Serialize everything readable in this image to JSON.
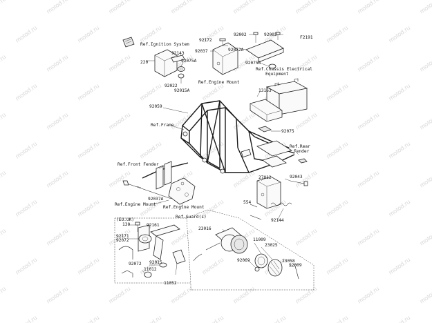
{
  "figure_code": "F2191",
  "watermark_text": "motod.ru",
  "part_numbers": {
    "p220": "220",
    "p92143": "92143",
    "p92075A": "92075A",
    "p92022": "92022",
    "p92015A": "92015A",
    "p92172": "92172",
    "p92037": "92037",
    "p92072A": "92072A",
    "p92002_a": "92002",
    "p92002_b": "92002",
    "p92075B": "92075B",
    "p13163": "13163",
    "p92059": "92059",
    "p92075": "92075",
    "p92037A": "92037A",
    "p27012": "27012",
    "p92043": "92043",
    "p554": "554",
    "p92144": "92144",
    "p130": "130",
    "p92161": "92161",
    "p92171": "92171",
    "p92072_a": "92072",
    "p92072_b": "92072",
    "p92015": "92015",
    "p11012": "11012",
    "p11052": "11052",
    "p23016": "23016",
    "p11009": "11009",
    "p23025": "23025",
    "p92069": "92069",
    "p23058": "23058",
    "p92009": "92009"
  },
  "references": {
    "ignition": "Ref.Ignition System",
    "engine_mount_top": "Ref.Engine Mount",
    "chassis_elec_1": "Ref.Chassis Electrical",
    "chassis_elec_2": "Equipment",
    "frame": "Ref.Frame",
    "rear_fender_1": "Ref.Rear",
    "rear_fender_2": "Fender",
    "front_fender": "Ref.Front Fender",
    "engine_mount_left": "Ref.Engine Mount",
    "engine_mount_bottom": "Ref.Engine Mount",
    "guard": "Ref.Guard(s)",
    "eu_uk": "(EU.UK)"
  }
}
